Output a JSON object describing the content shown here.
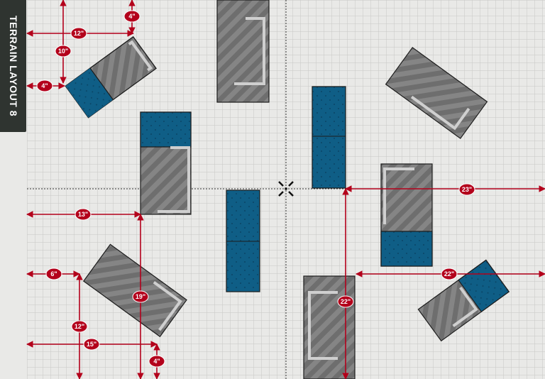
{
  "title": "TERRAIN LAYOUT 8",
  "colors": {
    "board": "#e9e9e7",
    "grid": "#c7c7c4",
    "ruin": "#6e6e6e",
    "ruin_stripe": "#8a8a8a",
    "ruin_wall": "#cfcfcf",
    "area": "#0f5e86",
    "area_dot": "#0a4566",
    "measure": "#b3001b",
    "sidebar": "#2f3430"
  },
  "icons": {
    "center_marker": "crosshair-icon"
  },
  "measurements": [
    {
      "id": "m-4-top",
      "label": "4\""
    },
    {
      "id": "m-12-top",
      "label": "12\""
    },
    {
      "id": "m-10",
      "label": "10\""
    },
    {
      "id": "m-4-left",
      "label": "4\""
    },
    {
      "id": "m-13",
      "label": "13\""
    },
    {
      "id": "m-6",
      "label": "6\""
    },
    {
      "id": "m-19",
      "label": "19\""
    },
    {
      "id": "m-12-low",
      "label": "12\""
    },
    {
      "id": "m-15",
      "label": "15\""
    },
    {
      "id": "m-4-bottom",
      "label": "4\""
    },
    {
      "id": "m-23",
      "label": "23\""
    },
    {
      "id": "m-22-right",
      "label": "22\""
    },
    {
      "id": "m-22-mid",
      "label": "22\""
    }
  ]
}
